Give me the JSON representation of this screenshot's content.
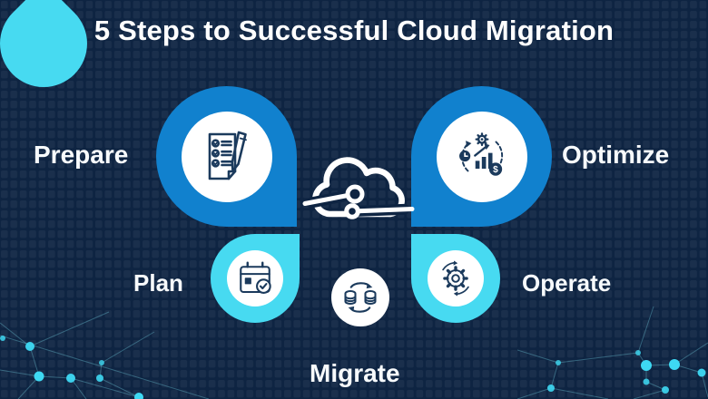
{
  "title": "5 Steps to Successful Cloud Migration",
  "steps": [
    {
      "id": "prepare",
      "label": "Prepare",
      "icon": "checklist-pen-icon",
      "tier": "primary"
    },
    {
      "id": "plan",
      "label": "Plan",
      "icon": "calendar-check-icon",
      "tier": "secondary"
    },
    {
      "id": "migrate",
      "label": "Migrate",
      "icon": "database-sync-icon",
      "tier": "secondary"
    },
    {
      "id": "operate",
      "label": "Operate",
      "icon": "gear-sync-icon",
      "tier": "secondary"
    },
    {
      "id": "optimize",
      "label": "Optimize",
      "icon": "performance-money-icon",
      "tier": "primary"
    }
  ],
  "center": {
    "icon": "cloud-network-icon"
  },
  "colors": {
    "background": "#0e2442",
    "primary_blob": "#1181ce",
    "secondary_blob": "#47daf1",
    "icon_ink": "#1b3a5c",
    "text": "#ffffff",
    "constellation": "#3ed9f3"
  }
}
